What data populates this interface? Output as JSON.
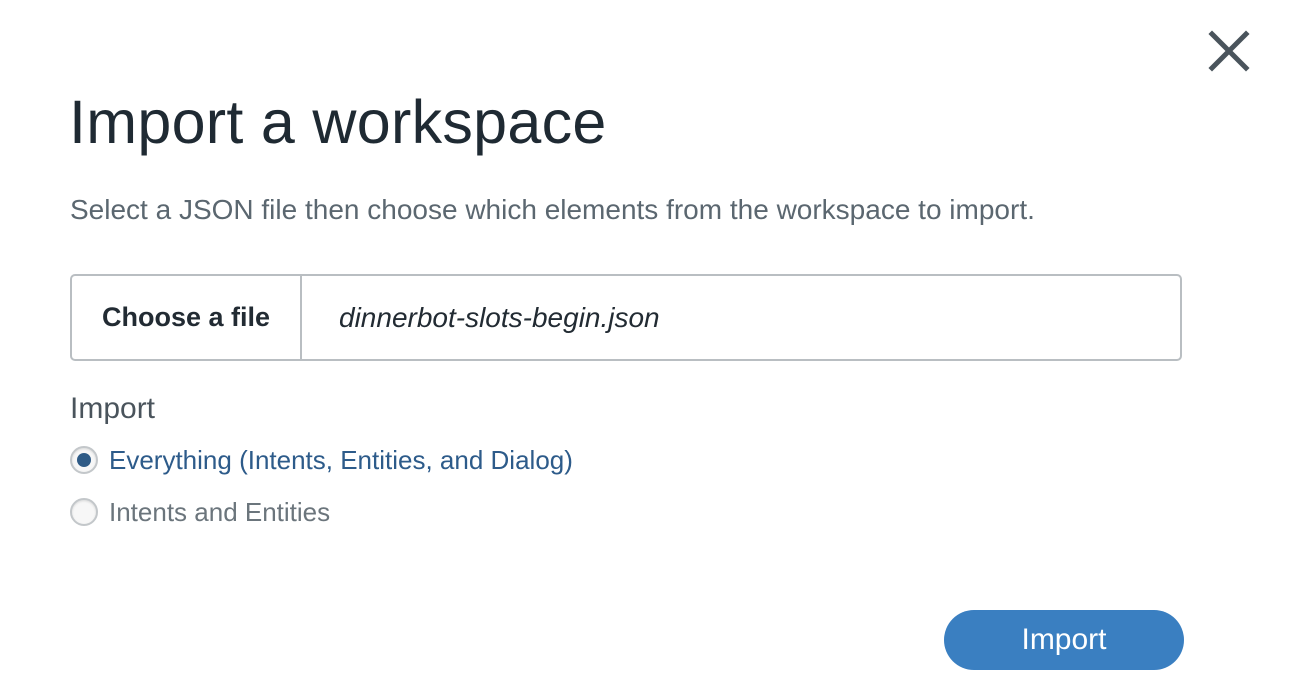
{
  "dialog": {
    "title": "Import a workspace",
    "subtitle": "Select a JSON file then choose which elements from the workspace to import.",
    "close_icon": "close-icon"
  },
  "file_picker": {
    "button_label": "Choose a file",
    "file_name": "dinnerbot-slots-begin.json"
  },
  "import_options": {
    "label": "Import",
    "options": [
      {
        "label": "Everything (Intents, Entities, and Dialog)",
        "selected": true
      },
      {
        "label": "Intents and Entities",
        "selected": false
      }
    ]
  },
  "actions": {
    "import_label": "Import"
  },
  "colors": {
    "accent": "#3a7fc1",
    "selected_text": "#2d5b8a",
    "title_text": "#1f2a33",
    "muted_text": "#5b6770"
  }
}
